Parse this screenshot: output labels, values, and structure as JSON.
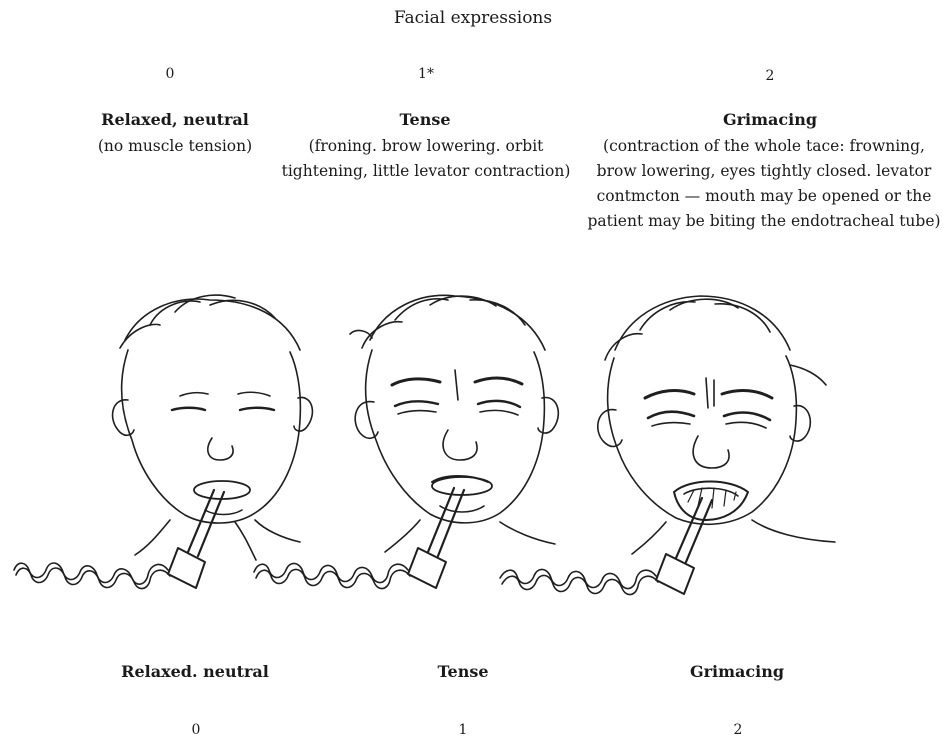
{
  "title": "Facial expressions",
  "columns": [
    {
      "score": "0",
      "label": "Relaxed, neutral",
      "description": "(no muscle tension)"
    },
    {
      "score": "1*",
      "label": "Tense",
      "description": "(froning. brow lowering. orbit tightening, little levator contraction)"
    },
    {
      "score": "2",
      "label": "Grimacing",
      "description": "(contraction of the whole tace: frowning, brow lowering, eyes tightly closed. levator contmcton — mouth may be opened or the patient may be biting the endotracheal tube)"
    }
  ],
  "bottom": [
    {
      "label": "Relaxed. neutral",
      "score": "0"
    },
    {
      "label": "Tense",
      "score": "1"
    },
    {
      "label": "Grimacing",
      "score": "2"
    }
  ]
}
